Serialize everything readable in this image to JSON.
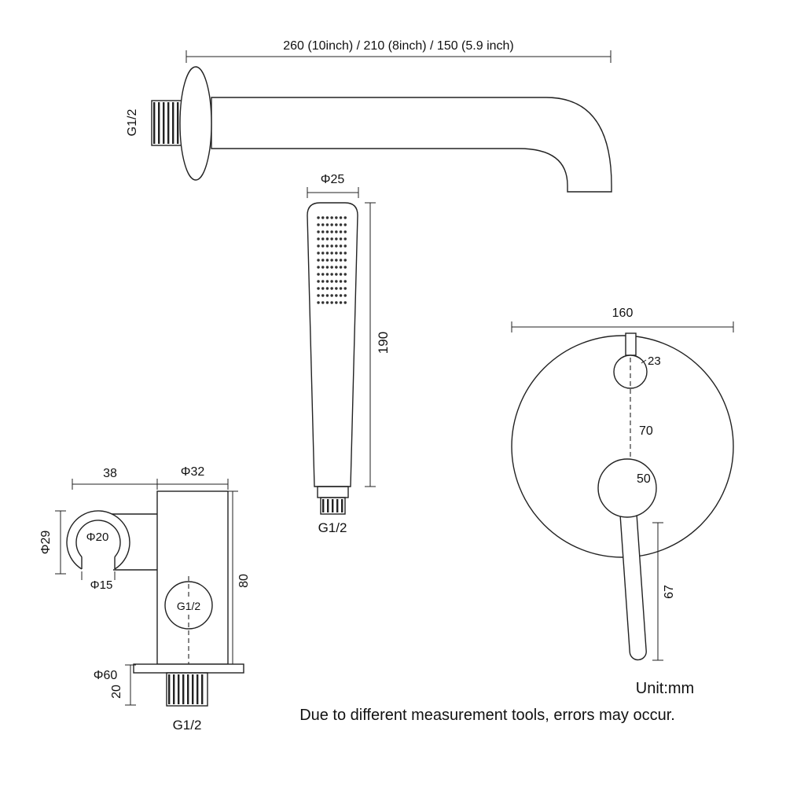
{
  "spout": {
    "length_options": "260 (10inch) / 210 (8inch) / 150 (5.9 inch)",
    "thread": "G1/2"
  },
  "hand_shower": {
    "head_diameter": "Φ25",
    "length": "190",
    "thread": "G1/2"
  },
  "valve_plate": {
    "plate_diameter": "160",
    "pin_diameter": "23",
    "pin_offset": "70",
    "handle_base_diameter": "50",
    "handle_length": "67"
  },
  "holder": {
    "bracket_width": "38",
    "body_diameter": "Φ32",
    "ring_outer_diameter": "Φ29",
    "ring_inner_diameter": "Φ20",
    "ring_gap": "Φ15",
    "body_height": "80",
    "flange_diameter": "Φ60",
    "stub_length": "20",
    "inlet_thread": "G1/2",
    "bottom_thread": "G1/2"
  },
  "footer": {
    "unit": "Unit:mm",
    "disclaimer": "Due to different measurement tools, errors may occur."
  },
  "colors": {
    "line": "#222222",
    "text": "#111111",
    "background": "#ffffff"
  }
}
